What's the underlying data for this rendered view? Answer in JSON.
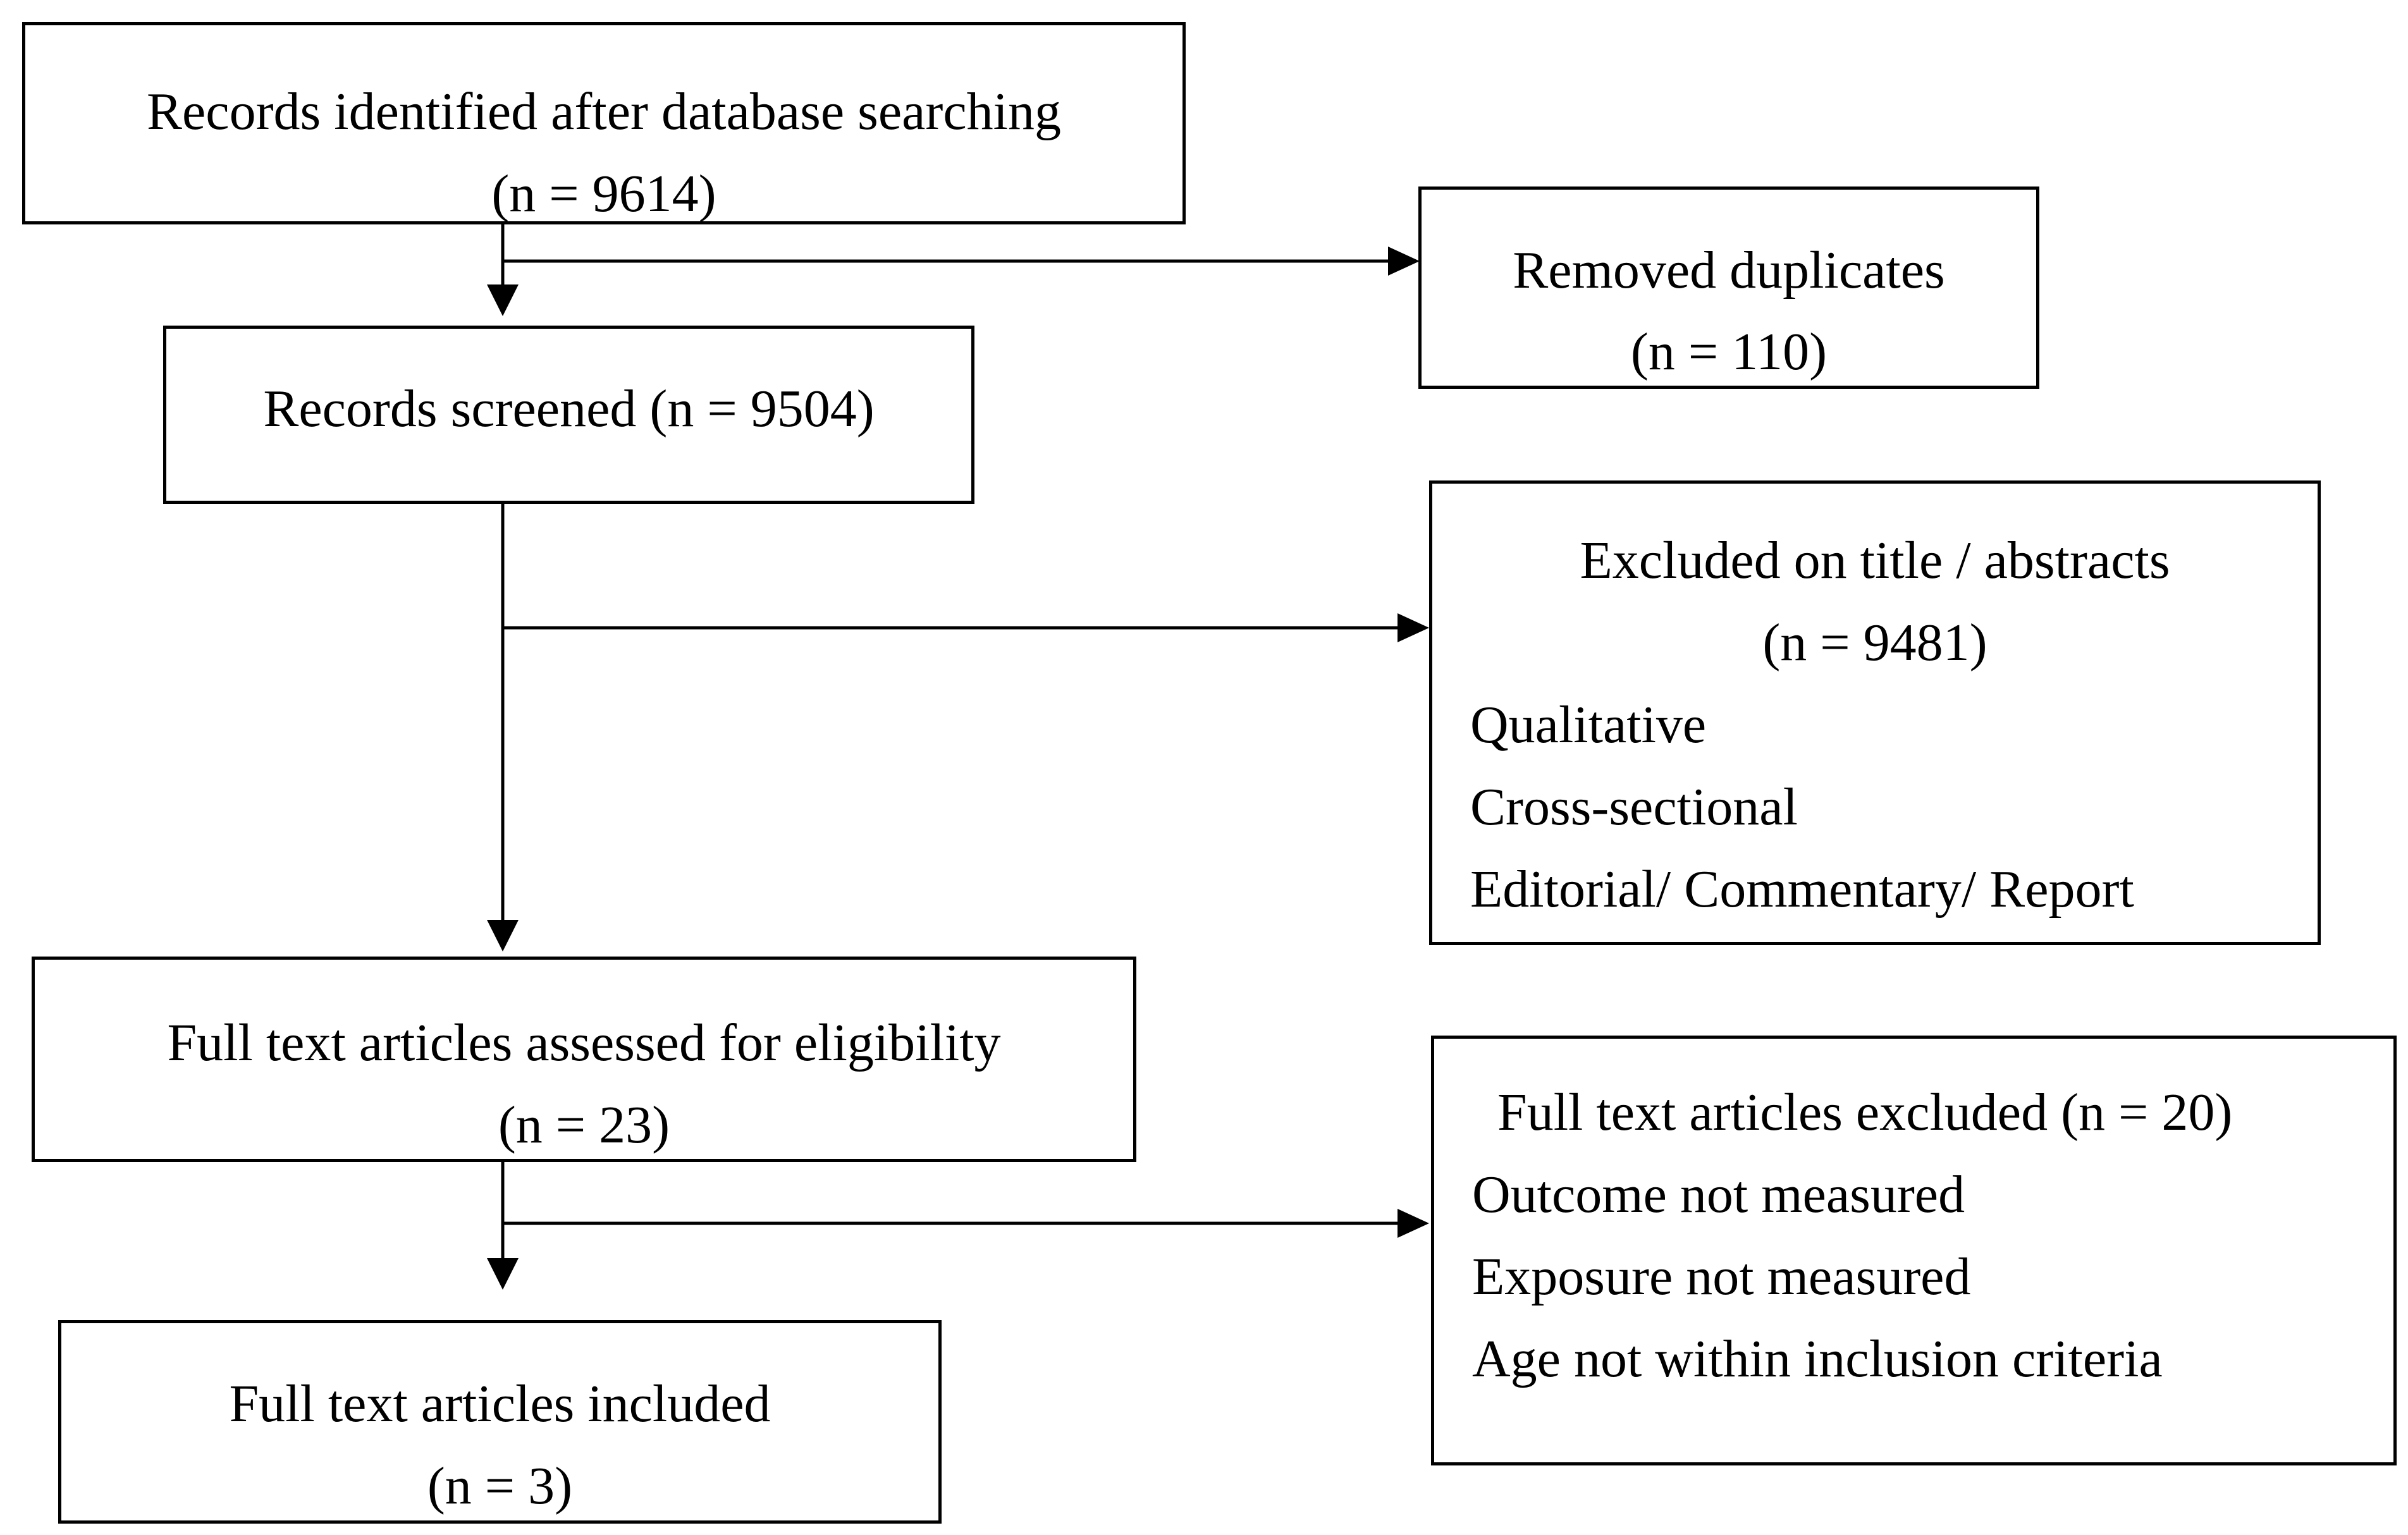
{
  "identified": {
    "title": "Records identified after database searching",
    "count": "(n = 9614)"
  },
  "duplicates": {
    "title": "Removed duplicates",
    "count": "(n = 110)"
  },
  "screened": {
    "title": "Records screened (n = 9504)"
  },
  "excluded_title": {
    "title": "Excluded on title / abstracts",
    "count": "(n = 9481)",
    "reasons": [
      "Qualitative",
      "Cross-sectional",
      "Editorial/ Commentary/ Report"
    ]
  },
  "assessed": {
    "title": "Full text articles assessed for eligibility",
    "count": "(n = 23)"
  },
  "excluded_full": {
    "title": "Full text articles excluded (n = 20)",
    "reasons": [
      "Outcome not measured",
      "Exposure not measured",
      "Age not within inclusion criteria"
    ]
  },
  "included": {
    "title": "Full text articles included",
    "count": "(n = 3)"
  },
  "colors": {
    "stroke": "#000000",
    "background": "#ffffff"
  }
}
